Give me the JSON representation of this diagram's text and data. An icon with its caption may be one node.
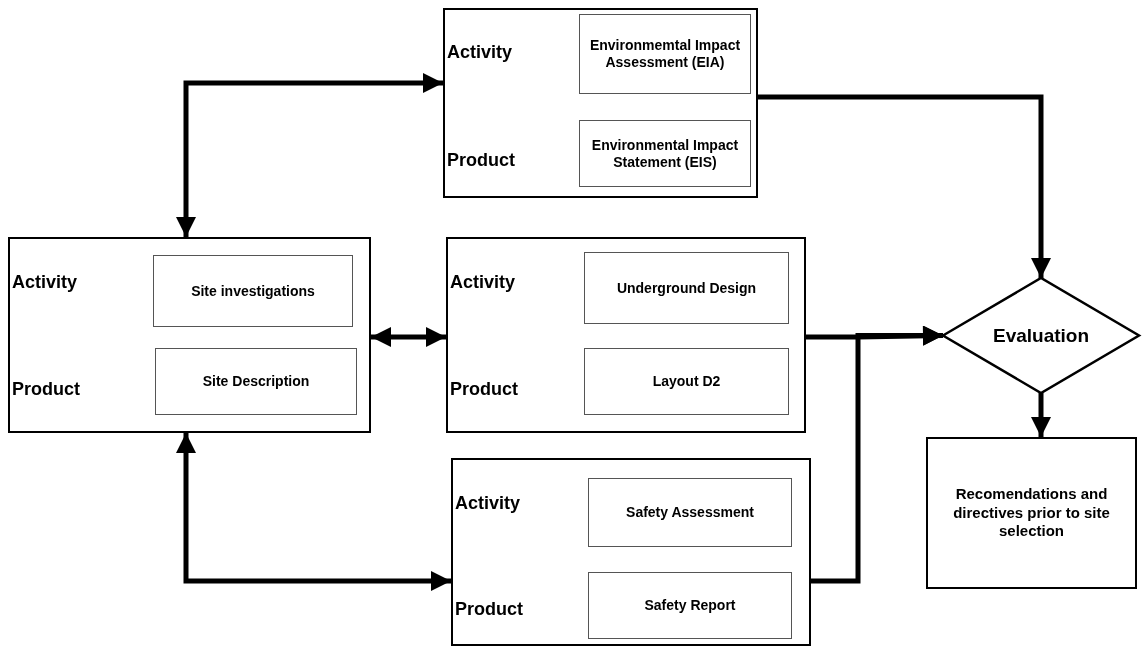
{
  "diagram": {
    "nodes": [
      {
        "text": [
          "Activity",
          "Product"
        ]
      },
      {
        "text": [
          "Environmemtal Impact Assessment (EIA)"
        ],
        "in": 0
      },
      {
        "text": [
          "Environmental Impact Statement (EIS)"
        ],
        "in": 0
      },
      {
        "text": [
          "Activity",
          "Product"
        ]
      },
      {
        "text": [
          "Site investigations"
        ],
        "in": 3
      },
      {
        "text": [
          "Site Description"
        ],
        "in": 3
      },
      {
        "text": [
          "Activity",
          "Product"
        ]
      },
      {
        "text": [
          "Underground Design"
        ],
        "in": 6
      },
      {
        "text": [
          "Layout D2"
        ],
        "in": 6
      },
      {
        "text": [
          "Activity",
          "Product"
        ]
      },
      {
        "text": [
          "Safety Assessment"
        ],
        "in": 9
      },
      {
        "text": [
          "Safety Report"
        ],
        "in": 9
      },
      {
        "text": [
          "Evaluation"
        ]
      },
      {
        "text": [
          "Recomendations and directives prior to site selection"
        ]
      }
    ],
    "edges": [
      {
        "from": 3,
        "to": 0,
        "arrow": "both"
      },
      {
        "from": 3,
        "to": 6,
        "arrow": "both"
      },
      {
        "from": 3,
        "to": 9,
        "arrow": "both"
      },
      {
        "from": 0,
        "to": 12,
        "arrow": "to"
      },
      {
        "from": 6,
        "to": 12,
        "arrow": "to"
      },
      {
        "from": 9,
        "to": 12,
        "arrow": "to"
      },
      {
        "from": 12,
        "to": 13,
        "arrow": "to"
      }
    ]
  }
}
